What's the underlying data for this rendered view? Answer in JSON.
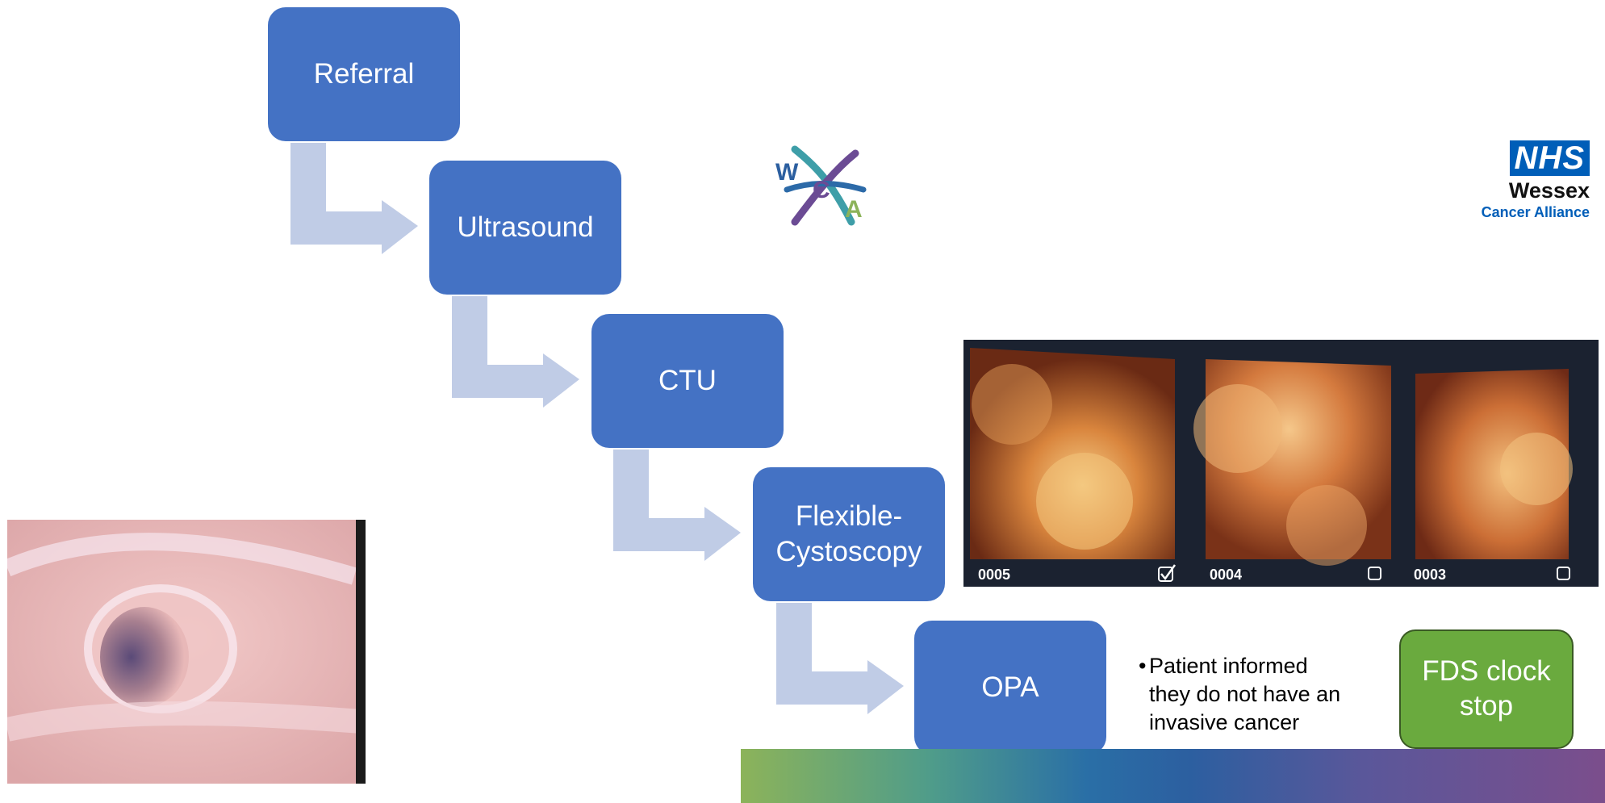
{
  "steps": [
    {
      "id": "referral",
      "label": "Referral"
    },
    {
      "id": "ultrasound",
      "label": "Ultrasound"
    },
    {
      "id": "ctu",
      "label": "CTU"
    },
    {
      "id": "flexible-cystoscopy",
      "label": "Flexible-\nCystoscopy"
    },
    {
      "id": "opa",
      "label": "OPA"
    }
  ],
  "outcome": {
    "bullet": "•",
    "text": "Patient informed they do not have an invasive cancer"
  },
  "fds_box": {
    "label": "FDS clock stop"
  },
  "nhs_logo": {
    "badge": "NHS",
    "line1": "Wessex",
    "line2": "Cancer Alliance"
  },
  "wca_logo": {
    "letters": [
      "W",
      "C",
      "A"
    ]
  },
  "endoscopy_strip": {
    "frames": [
      {
        "label": "0005",
        "checked": true
      },
      {
        "label": "0004",
        "checked": false
      },
      {
        "label": "0003",
        "checked": false
      }
    ]
  },
  "colors": {
    "step_fill": "#4472c4",
    "arrow_fill": "#c0cce6",
    "fds_fill": "#6aaa3e",
    "nhs_blue": "#005eb8"
  }
}
